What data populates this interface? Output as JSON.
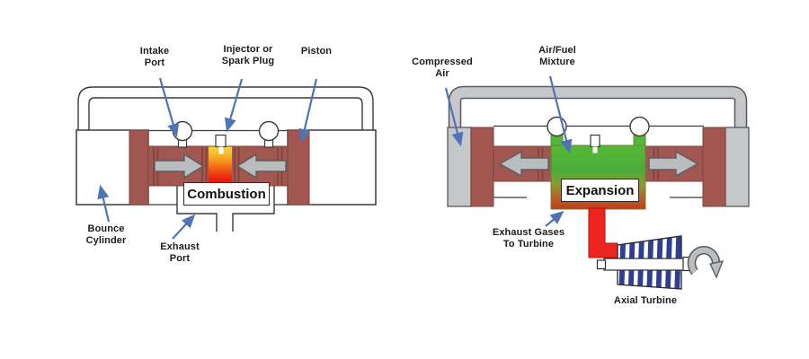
{
  "left_diagram": {
    "phase_label": "Combustion",
    "labels": {
      "intake_port": "Intake\nPort",
      "injector": "Injector or\nSpark Plug",
      "piston": "Piston",
      "bounce_cylinder": "Bounce\nCylinder",
      "exhaust_port": "Exhaust\nPort"
    }
  },
  "right_diagram": {
    "phase_label": "Expansion",
    "labels": {
      "compressed_air": "Compressed\nAir",
      "air_fuel_mixture": "Air/Fuel\nMixture",
      "exhaust_gases": "Exhaust Gases\nTo Turbine",
      "axial_turbine": "Axial Turbine"
    }
  },
  "colors": {
    "piston_maroon": "#a1564f",
    "metal_gray": "#c6c7c9",
    "arrow_gray": "#b9bdc0",
    "flame_yellow": "#f9d838",
    "flame_red": "#e81208",
    "expansion_green": "#54b737",
    "exhaust_pipe_red": "#ee2420",
    "turbine_blue": "#2e3f92",
    "pointer_blue": "#4f74b5"
  }
}
